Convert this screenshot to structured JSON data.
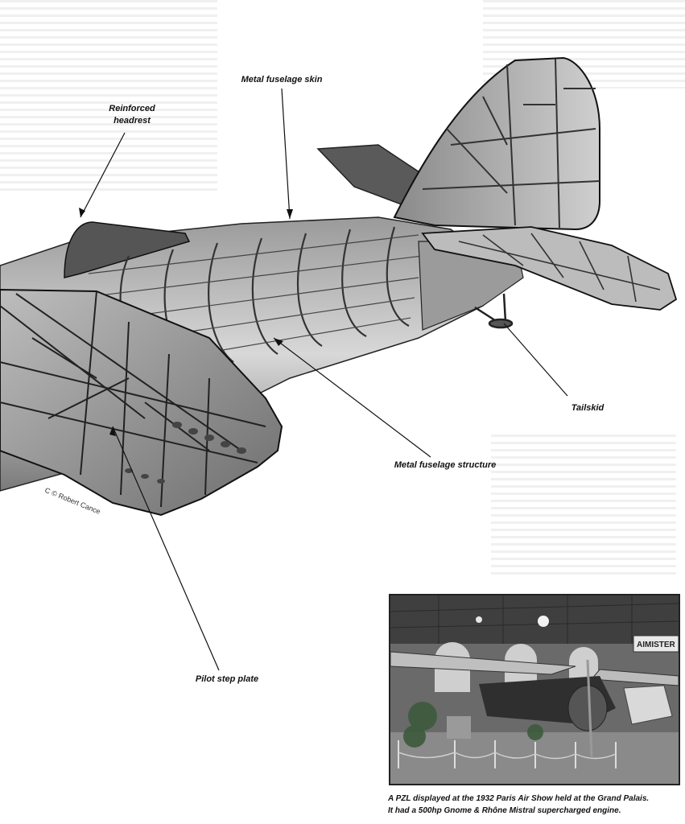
{
  "callouts": {
    "headrest": "Reinforced headrest",
    "fuselage_skin": "Metal fuselage skin",
    "tailskid": "Tailskid",
    "fuselage_structure": "Metal fuselage structure",
    "pilot_step": "Pilot step plate"
  },
  "artist_credit": "C © Robert Cance",
  "photo": {
    "sign_text": "AIMISTER"
  },
  "caption": {
    "line1": "A PZL displayed at the 1932 Paris Air Show held at the Grand Palais.",
    "line2": "It had a 500hp Gnome & Rhône Mistral supercharged engine."
  }
}
